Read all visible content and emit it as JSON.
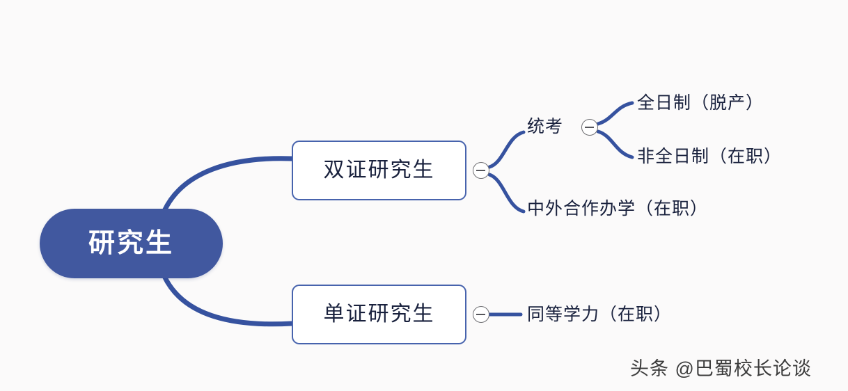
{
  "diagram": {
    "type": "mind-map",
    "title": "研究生",
    "background_color": "#fbfafa",
    "root": {
      "label": "研究生",
      "fill_color": "#41589f",
      "text_color": "#ffffff",
      "shape": "rounded-pill"
    },
    "branches": [
      {
        "label": "双证研究生",
        "toggle": "minus",
        "children": [
          {
            "label": "统考",
            "toggle": "minus",
            "children": [
              {
                "label": "全日制（脱产）"
              },
              {
                "label": "非全日制（在职）"
              }
            ]
          },
          {
            "label": "中外合作办学（在职）"
          }
        ]
      },
      {
        "label": "单证研究生",
        "toggle": "minus",
        "children": [
          {
            "label": "同等学力（在职）"
          }
        ]
      }
    ],
    "edge_color": "#36529f",
    "box_border_color": "#4763ad",
    "text_color": "#19213d",
    "toggle_icon_name": "minus-circle-icon"
  },
  "watermark": {
    "text": "头条 @巴蜀校长论谈"
  }
}
